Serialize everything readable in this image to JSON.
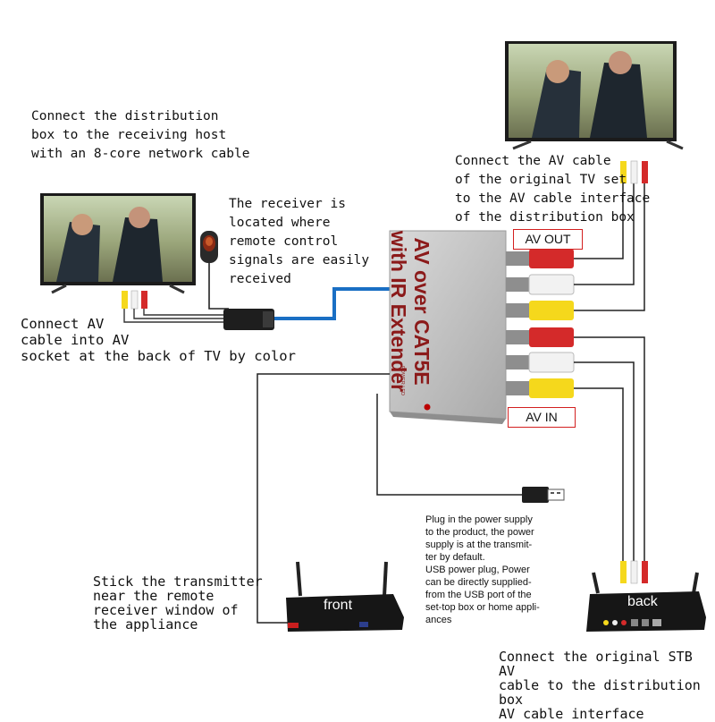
{
  "notes": {
    "distribution": "Connect the distribution\nbox to the receiving host\nwith an 8-core network cable",
    "receiver": "The receiver is\nlocated where\nremote control\nsignals are easily\nreceived",
    "av_socket": "Connect AV\ncable into AV\nsocket at the back of TV by color",
    "tv_av_cable": "Connect the AV cable\nof the original TV set\nto the AV cable interface\n of the distribution box",
    "power": "Plug in the power supply\nto the product, the power\nsupply is at the transmit-\nter by default.\nUSB power plug, Power\ncan be directly supplied-\nfrom the USB port of the\nset-top box or home appli-\nances",
    "transmitter": "Stick the transmitter\n near the remote\n receiver window of\n the appliance",
    "stb": "Connect the original STB AV\ncable to the distribution box\nAV cable interface"
  },
  "box": {
    "title_line1": "AV over CAT5E",
    "title_line2": "with IR Extender",
    "power_led": "POWER LED"
  },
  "ports": {
    "av_out": "AV OUT",
    "av_in": "AV IN"
  },
  "devices": {
    "front_label": "front",
    "back_label": "back"
  },
  "colors": {
    "network_cable": "#1a6fc4",
    "rca_red": "#d42a2a",
    "rca_white": "#f2f2f2",
    "rca_yellow": "#f5d81c",
    "label_border": "#d32020",
    "box_text": "#8b1a1a"
  }
}
